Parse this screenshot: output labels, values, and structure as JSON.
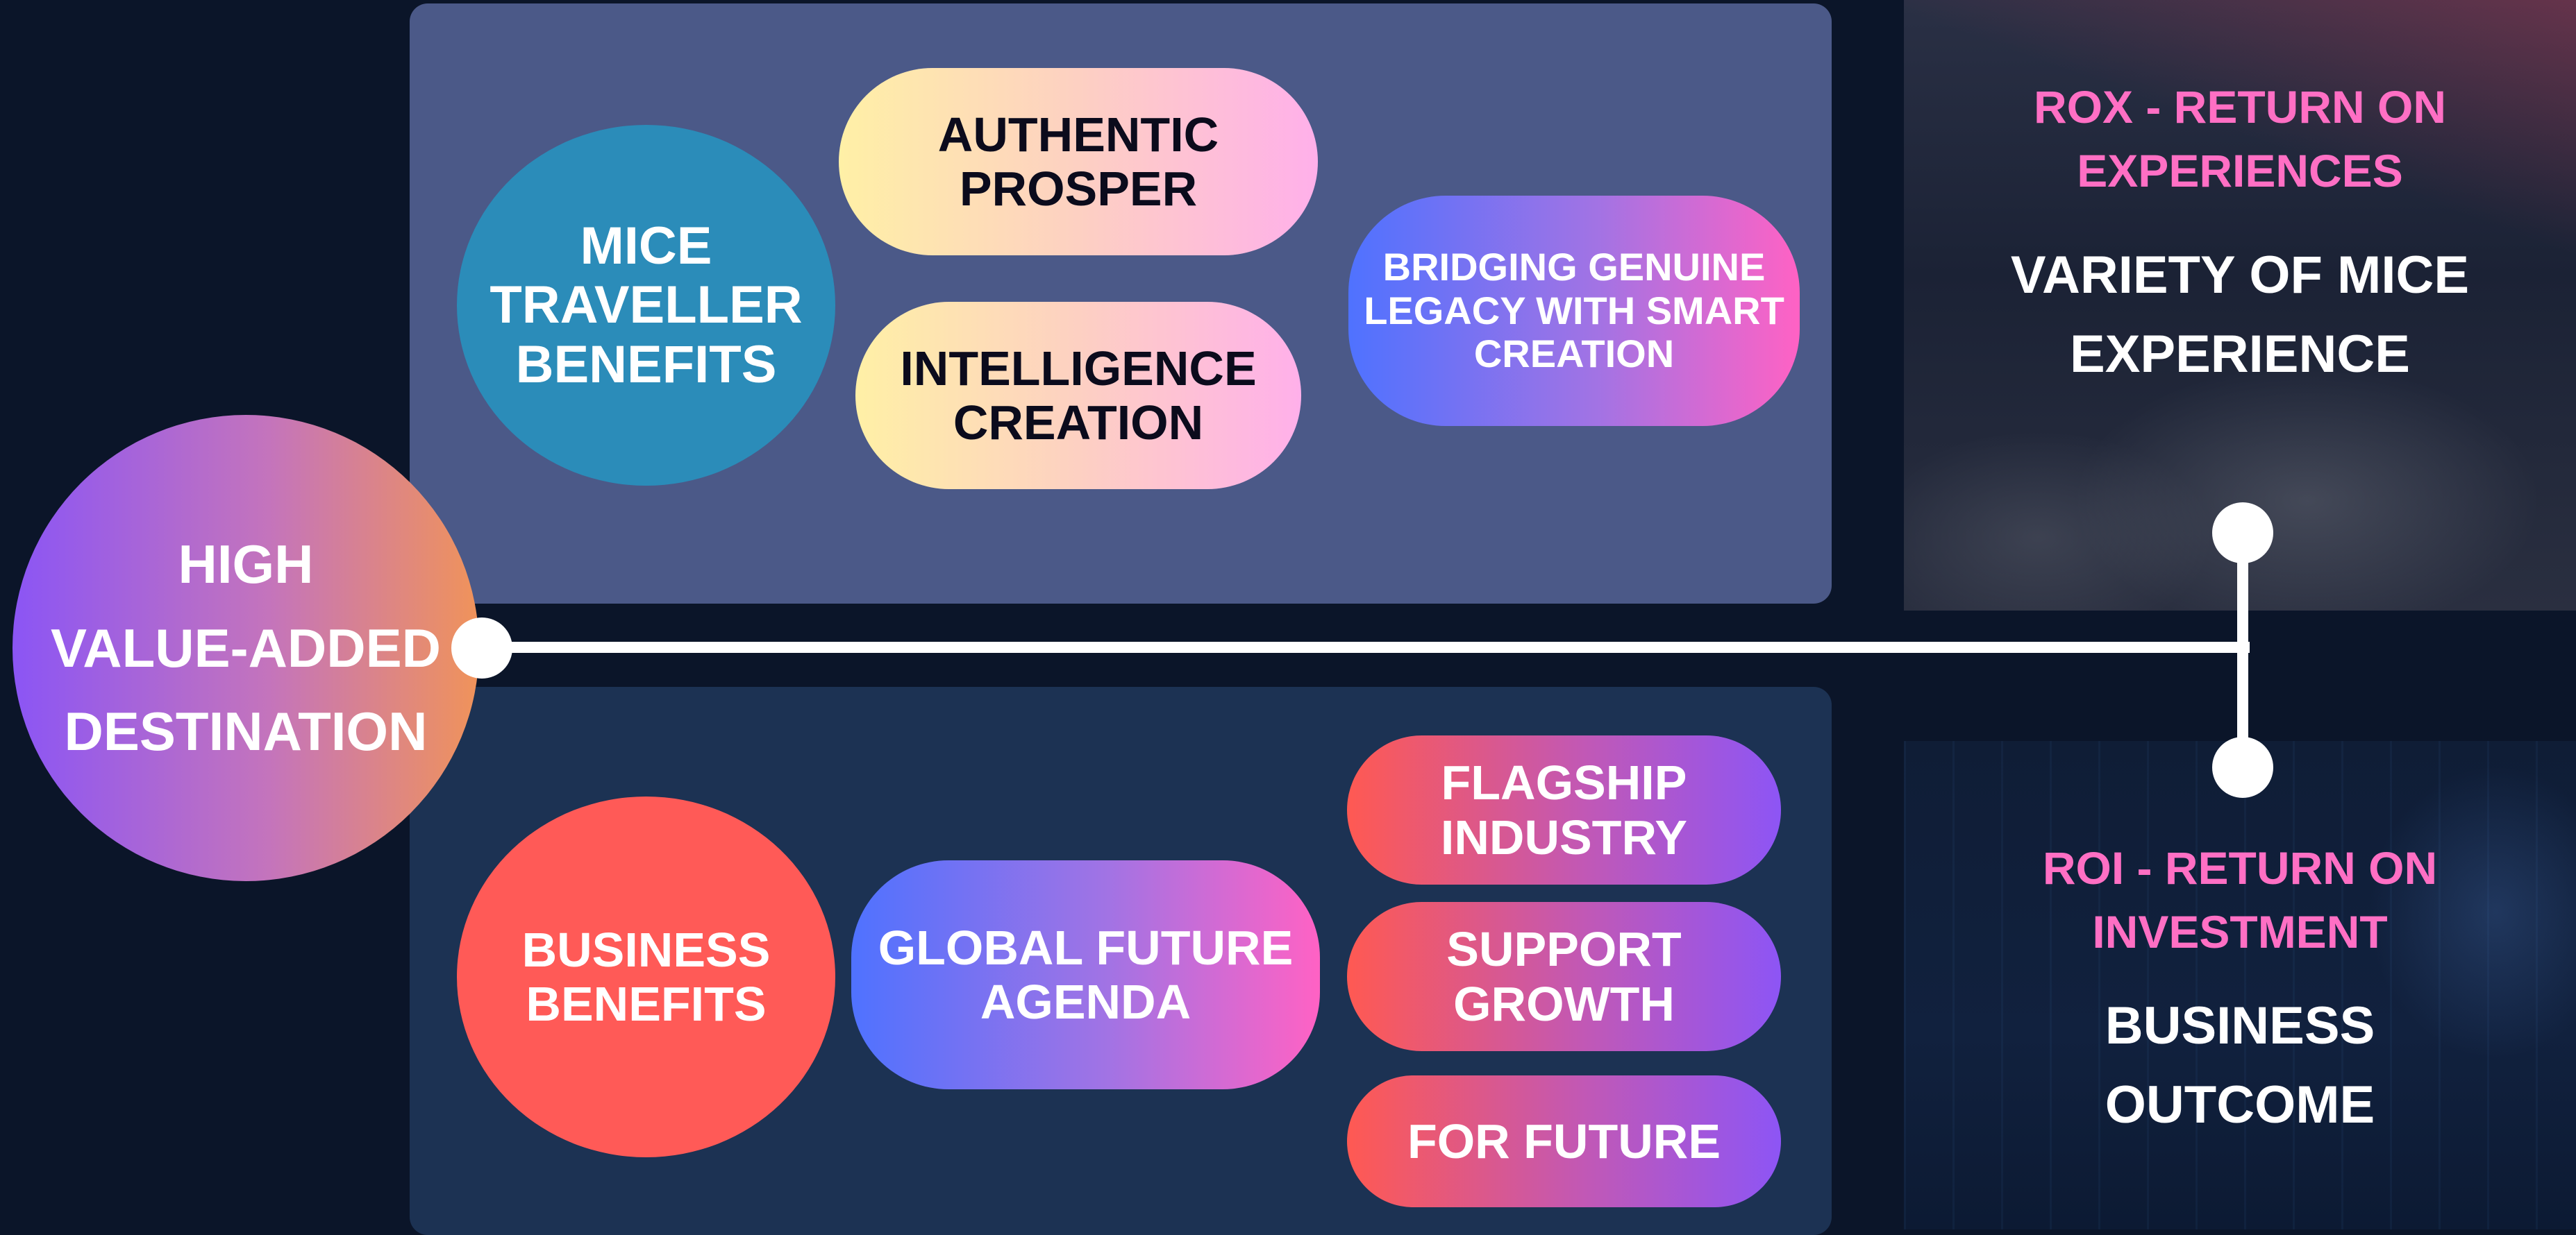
{
  "center": {
    "label": "HIGH\nVALUE-ADDED\nDESTINATION"
  },
  "traveller": {
    "label": "MICE\nTRAVELLER\nBENEFITS",
    "items": [
      "AUTHENTIC\nPROSPER",
      "INTELLIGENCE\nCREATION",
      "BRIDGING GENUINE\nLEGACY WITH SMART\nCREATION"
    ]
  },
  "business": {
    "label": "BUSINESS\nBENEFITS",
    "items": [
      "GLOBAL FUTURE\nAGENDA",
      "FLAGSHIP\nINDUSTRY",
      "SUPPORT\nGROWTH",
      "FOR FUTURE"
    ]
  },
  "rox": {
    "title": "ROX - RETURN ON\nEXPERIENCES",
    "subtitle": "VARIETY OF MICE\nEXPERIENCE"
  },
  "roi": {
    "title": "ROI - RETURN ON\nINVESTMENT",
    "subtitle": "BUSINESS\nOUTCOME"
  },
  "colors": {
    "background": "#0b1529",
    "panel_top": "#4b5988",
    "panel_bottom": "#1c3253",
    "traveller_circle": "#2b8cb9",
    "business_circle": "#ff5a57",
    "pink_label": "#ff6fc4"
  }
}
